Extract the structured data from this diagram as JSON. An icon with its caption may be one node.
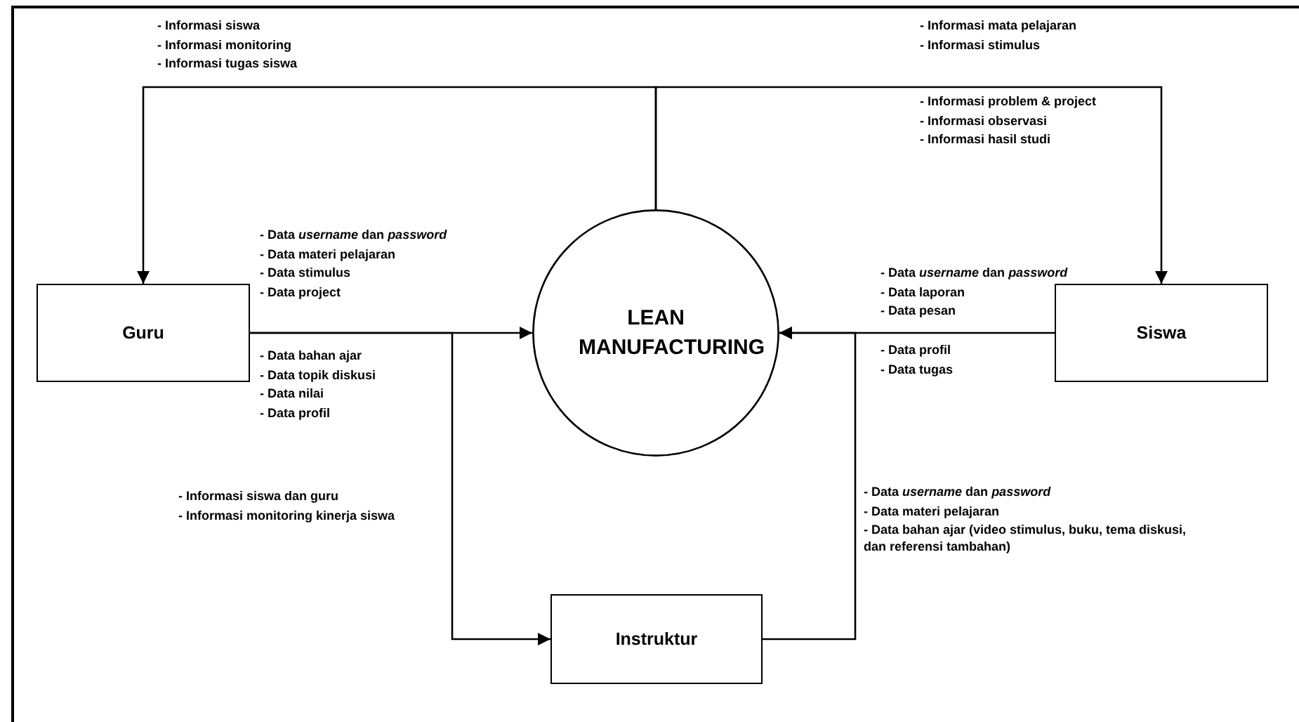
{
  "diagram": {
    "nodes": [
      {
        "text": [
          "Guru"
        ]
      },
      {
        "text": [
          "LEAN MANUFACTURING"
        ]
      },
      {
        "text": [
          "Siswa"
        ]
      },
      {
        "text": [
          "Instruktur"
        ]
      }
    ],
    "edges": [
      {
        "from": 1,
        "to": 0,
        "arrow": "to"
      },
      {
        "from": 1,
        "to": 2,
        "arrow": "to"
      },
      {
        "from": 0,
        "to": 1,
        "arrow": "to"
      },
      {
        "from": 0,
        "to": 3,
        "arrow": "to"
      },
      {
        "from": 2,
        "to": 1,
        "arrow": "to"
      },
      {
        "from": 3,
        "to": 1,
        "arrow": "to"
      }
    ],
    "labels": [
      "- Informasi siswa",
      "- Informasi monitoring",
      "- Informasi tugas siswa",
      "- Informasi mata pelajaran",
      "- Informasi stimulus",
      "- Informasi problem & project",
      "- Informasi observasi",
      "- Informasi hasil studi",
      "- Data *username* dan *password*",
      "- Data materi pelajaran",
      "- Data stimulus",
      "- Data project",
      "- Data *username* dan *password*",
      "- Data laporan",
      "- Data pesan",
      "- Data bahan ajar",
      "- Data topik diskusi",
      "- Data nilai",
      "- Data profil",
      "- Data profil",
      "- Data tugas",
      "- Informasi siswa dan guru",
      "- Informasi monitoring kinerja siswa",
      "- Data *username* dan *password*",
      "- Data materi pelajaran",
      "- Data bahan ajar (video stimulus, buku, tema diskusi, dan referensi tambahan)"
    ]
  }
}
